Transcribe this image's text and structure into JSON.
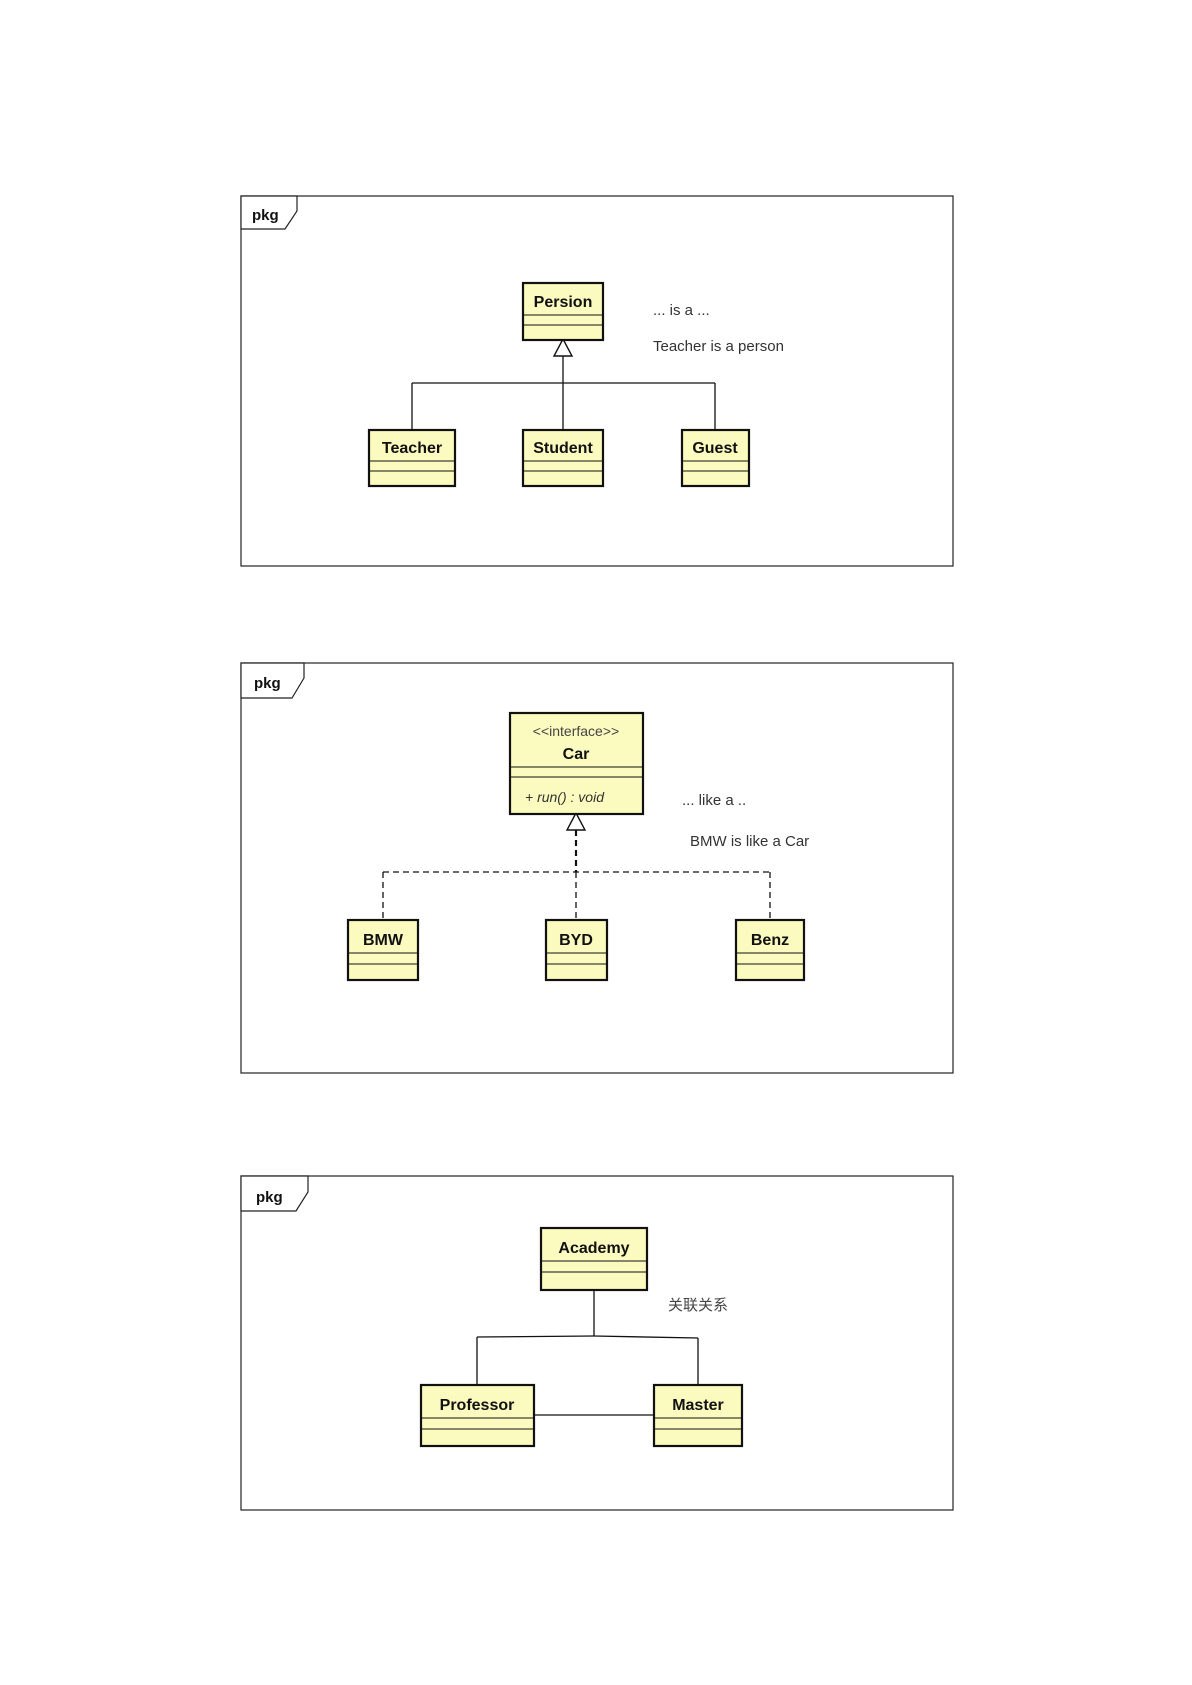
{
  "diagrams": [
    {
      "frame_label": "pkg",
      "classes": {
        "parent": "Persion",
        "teacher": "Teacher",
        "student": "Student",
        "guest": "Guest"
      },
      "notes": [
        "... is a ...",
        "Teacher is a person"
      ],
      "relation": "generalization"
    },
    {
      "frame_label": "pkg",
      "interface": {
        "stereotype": "<<interface>>",
        "name": "Car",
        "operation": "+ run() : void"
      },
      "classes": {
        "bmw": "BMW",
        "byd": "BYD",
        "benz": "Benz"
      },
      "notes": [
        "... like a ..",
        "BMW is like a Car"
      ],
      "relation": "realization"
    },
    {
      "frame_label": "pkg",
      "classes": {
        "academy": "Academy",
        "professor": "Professor",
        "master": "Master"
      },
      "notes": [
        "关联关系"
      ],
      "relation": "association"
    }
  ]
}
